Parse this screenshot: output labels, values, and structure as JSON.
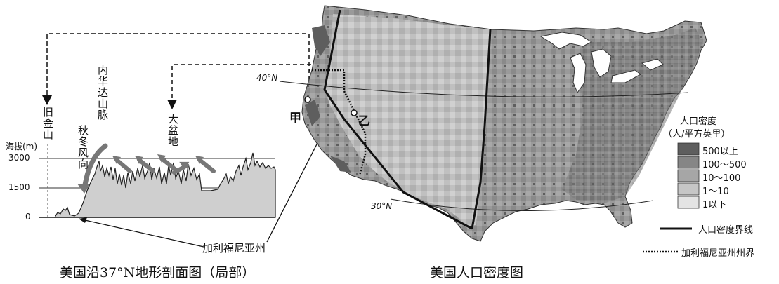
{
  "profile": {
    "axis_title": "海拔(m)",
    "ticks": [
      "3000",
      "1500",
      "0"
    ],
    "place_sf": "旧金山",
    "place_nevada": "内华达山脉",
    "place_basin": "大盆地",
    "wind_label": "秋冬风向",
    "california_label": "加利福尼亚州",
    "caption": "美国沿37°N地形剖面图（局部）"
  },
  "map": {
    "lat_40": "40°N",
    "lat_30": "30°N",
    "point_jia": "甲",
    "point_yi": "乙",
    "caption": "美国人口密度图"
  },
  "legend": {
    "title_line1": "人口密度",
    "title_line2": "（人/平方英里）",
    "items": [
      {
        "label": "500以上",
        "color": "#5e5e5e"
      },
      {
        "label": "100～500",
        "color": "#868686"
      },
      {
        "label": "10～100",
        "color": "#a6a6a6"
      },
      {
        "label": "1～10",
        "color": "#c6c6c6"
      },
      {
        "label": "1以下",
        "color": "#e4e4e4"
      }
    ],
    "boundary_label": "人口密度界线",
    "state_border_label": "加利福尼亚州州界"
  }
}
